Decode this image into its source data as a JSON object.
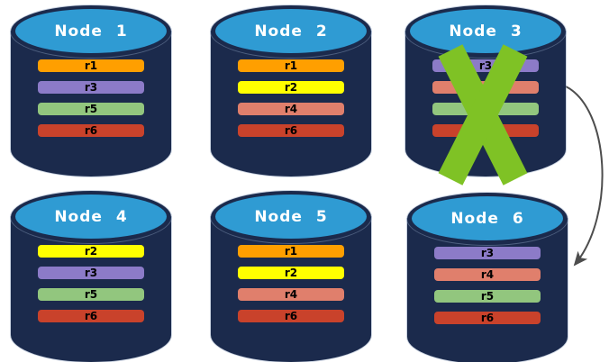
{
  "diagram": {
    "colors": {
      "background": "#FFFFFF",
      "cylinder_body": "#1B2A4C",
      "cylinder_top": "#2F9BD3",
      "node_label": "#FFFFFF",
      "bar_label": "#000000",
      "x_mark": "#7FC225",
      "arrow": "#4D4D4D"
    },
    "nodes": [
      {
        "label": "Node 1",
        "failed": false,
        "rows": [
          {
            "label": "r1",
            "color": "#FF9F00"
          },
          {
            "label": "r3",
            "color": "#8C7BC8"
          },
          {
            "label": "r5",
            "color": "#92C67E"
          },
          {
            "label": "r6",
            "color": "#C9422B"
          }
        ]
      },
      {
        "label": "Node 2",
        "failed": false,
        "rows": [
          {
            "label": "r1",
            "color": "#FF9F00"
          },
          {
            "label": "r2",
            "color": "#FFFF00"
          },
          {
            "label": "r4",
            "color": "#E07F6C"
          },
          {
            "label": "r6",
            "color": "#C9422B"
          }
        ]
      },
      {
        "label": "Node 3",
        "failed": true,
        "rows": [
          {
            "label": "r3",
            "color": "#8C7BC8"
          },
          {
            "label": "r4",
            "color": "#E07F6C"
          },
          {
            "label": "r5",
            "color": "#92C67E"
          },
          {
            "label": "r6",
            "color": "#C9422B"
          }
        ]
      },
      {
        "label": "Node 4",
        "failed": false,
        "rows": [
          {
            "label": "r2",
            "color": "#FFFF00"
          },
          {
            "label": "r3",
            "color": "#8C7BC8"
          },
          {
            "label": "r5",
            "color": "#92C67E"
          },
          {
            "label": "r6",
            "color": "#C9422B"
          }
        ]
      },
      {
        "label": "Node 5",
        "failed": false,
        "rows": [
          {
            "label": "r1",
            "color": "#FF9F00"
          },
          {
            "label": "r2",
            "color": "#FFFF00"
          },
          {
            "label": "r4",
            "color": "#E07F6C"
          },
          {
            "label": "r6",
            "color": "#C9422B"
          }
        ]
      },
      {
        "label": "Node 6",
        "failed": false,
        "rows": [
          {
            "label": "r3",
            "color": "#8C7BC8"
          },
          {
            "label": "r4",
            "color": "#E07F6C"
          },
          {
            "label": "r5",
            "color": "#92C67E"
          },
          {
            "label": "r6",
            "color": "#C9422B"
          }
        ]
      }
    ]
  }
}
